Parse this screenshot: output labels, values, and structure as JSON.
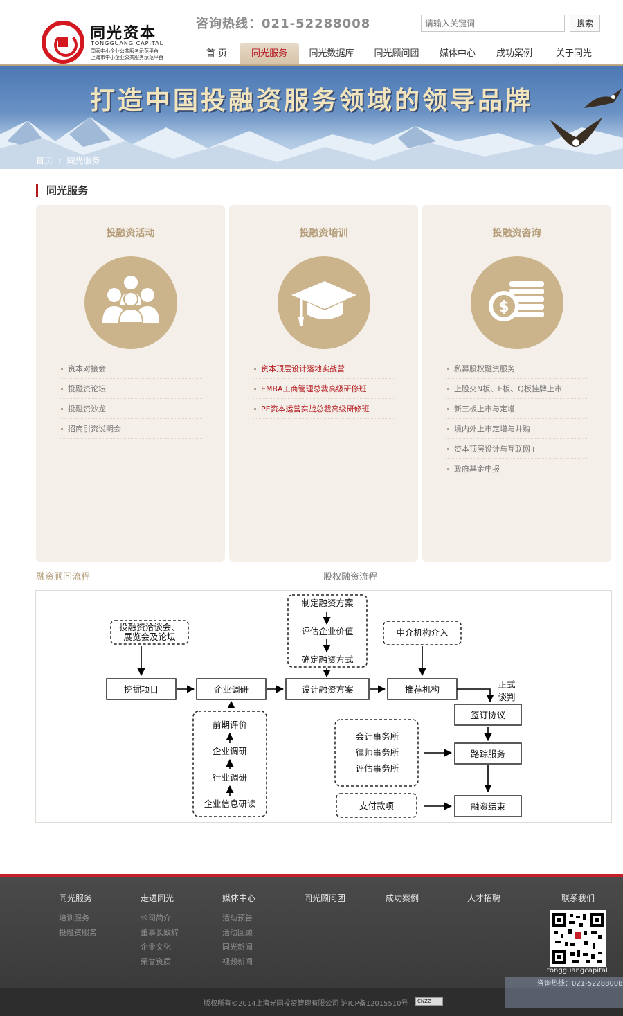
{
  "header": {
    "logo_cn": "同光资本",
    "logo_en": "TONGGUANG CAPITAL",
    "logo_sub1": "国家中小企业公共服务示范平台",
    "logo_sub2": "上海市中小企业公共服务示范平台",
    "hotline": "咨询热线：021-52288008",
    "search_placeholder": "请输入关键词",
    "search_button": "搜索"
  },
  "nav": {
    "items": [
      {
        "label": "首 页",
        "active": false
      },
      {
        "label": "同光服务",
        "active": true
      },
      {
        "label": "同光数据库",
        "active": false
      },
      {
        "label": "同光顾问团",
        "active": false
      },
      {
        "label": "媒体中心",
        "active": false
      },
      {
        "label": "成功案例",
        "active": false
      },
      {
        "label": "关于同光",
        "active": false
      }
    ]
  },
  "banner": {
    "title": "打造中国投融资服务领域的领导品牌",
    "breadcrumb_home": "首页",
    "breadcrumb_sep": "›",
    "breadcrumb_current": "同光服务"
  },
  "section": {
    "title": "同光服务"
  },
  "cards": [
    {
      "title": "投融资活动",
      "icon": "people-group-icon",
      "items": [
        "资本对接会",
        "投融资论坛",
        "投融资沙龙",
        "招商引资说明会"
      ]
    },
    {
      "title": "投融资培训",
      "icon": "graduation-cap-icon",
      "items": [
        "资本顶层设计落地实战营",
        "EMBA工商管理总裁高级研修班",
        "PE资本运营实战总裁高级研修班"
      ]
    },
    {
      "title": "投融资咨询",
      "icon": "dollar-coins-icon",
      "items": [
        "私募股权融资服务",
        "上股交N板、E板、Q板挂牌上市",
        "新三板上市与定增",
        "境内外上市定增与并购",
        "资本顶层设计与互联网+",
        "政府基金申报"
      ]
    }
  ],
  "flow": {
    "left_tab": "融资顾问流程",
    "center_title": "股权融资流程",
    "nodes": {
      "expo": [
        "投融资洽谈会、",
        "展览会及论坛"
      ],
      "dig": "挖掘项目",
      "research": "企业调研",
      "design": "设计融资方案",
      "recommend": "推荐机构",
      "plan_top": "制定融资方案",
      "valuation": "评估企业价值",
      "method": "确定融资方式",
      "intermediary": "中介机构介入",
      "negotiate": [
        "正式",
        "谈判"
      ],
      "sign": "签订协议",
      "roadshow": "路踪服务",
      "end": "融资结束",
      "pre_eval": "前期评价",
      "company_research": "企业调研",
      "industry_research": "行业调研",
      "info_read": "企业信息研读",
      "firms": [
        "会计事务所",
        "律师事务所",
        "评估事务所"
      ],
      "payment": "支付款项"
    }
  },
  "footer": {
    "columns": [
      {
        "title": "同光服务",
        "items": [
          "培训服务",
          "投融资服务"
        ]
      },
      {
        "title": "走进同光",
        "items": [
          "公司简介",
          "董事长致辞",
          "企业文化",
          "荣誉资质"
        ]
      },
      {
        "title": "媒体中心",
        "items": [
          "活动预告",
          "活动回顾",
          "同光新闻",
          "视频新闻"
        ]
      },
      {
        "title": "同光顾问团",
        "items": []
      },
      {
        "title": "成功案例",
        "items": []
      },
      {
        "title": "人才招聘",
        "items": []
      },
      {
        "title": "联系我们",
        "items": []
      }
    ],
    "qr_id": "tongguangcapital",
    "qr_phone": "咨询热线：021-52288008",
    "copyright": "版权所有©2014上海光同投资管理有限公司 沪ICP备12015510号",
    "cnzz": "CNZZ"
  },
  "colors": {
    "brand_red": "#b3191f",
    "gold": "#cbb38b",
    "card_bg": "#f4efe8"
  }
}
